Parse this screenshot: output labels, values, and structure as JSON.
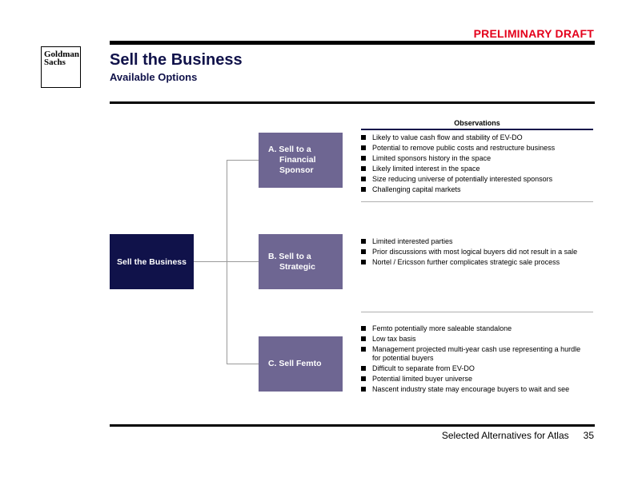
{
  "header": {
    "draft_label": "PRELIMINARY DRAFT",
    "logo_line1": "Goldman",
    "logo_line2": "Sachs",
    "title": "Sell the Business",
    "subtitle": "Available Options"
  },
  "root": {
    "label": "Sell the Business"
  },
  "options": [
    {
      "label_line1": "A. Sell to a",
      "label_line2": "Financial",
      "label_line3": "Sponsor"
    },
    {
      "label_line1": "B. Sell to a",
      "label_line2": "Strategic"
    },
    {
      "label_line1": "C. Sell Femto"
    }
  ],
  "observations": {
    "heading": "Observations",
    "groups": [
      [
        "Likely to value cash flow and stability of EV-DO",
        "Potential to remove public costs and restructure business",
        "Limited sponsors history in the space",
        "Likely limited interest in the space",
        "Size reducing universe of potentially interested sponsors",
        "Challenging capital markets"
      ],
      [
        "Limited interested parties",
        "Prior discussions with most logical buyers did not result in a sale",
        "Nortel / Ericsson further complicates strategic sale process"
      ],
      [
        "Femto potentially more saleable standalone",
        "Low tax basis",
        "Management projected multi-year cash use representing a hurdle for potential buyers",
        "Difficult to separate from EV-DO",
        "Potential limited buyer universe",
        "Nascent industry state may encourage buyers to wait and see"
      ]
    ]
  },
  "footer": {
    "text": "Selected Alternatives for Atlas",
    "page": "35"
  }
}
